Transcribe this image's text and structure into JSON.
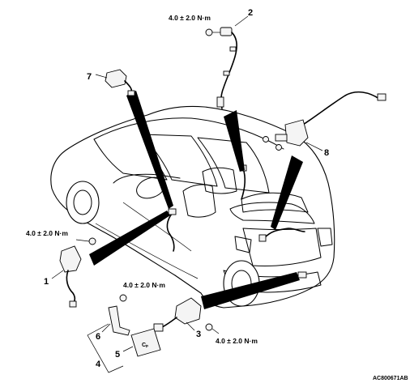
{
  "diagram": {
    "torque_labels": {
      "part2": "4.0 ± 2.0 N·m",
      "part1": "4.0 ± 2.0 N·m",
      "part6": "4.0 ± 2.0 N·m",
      "part3": "4.0 ± 2.0 N·m"
    },
    "callouts": {
      "n1": "1",
      "n2": "2",
      "n3": "3",
      "n4": "4",
      "n5": "5",
      "n6": "6",
      "n7": "7",
      "n8": "8"
    },
    "drawing_code": "AC800671AB"
  }
}
